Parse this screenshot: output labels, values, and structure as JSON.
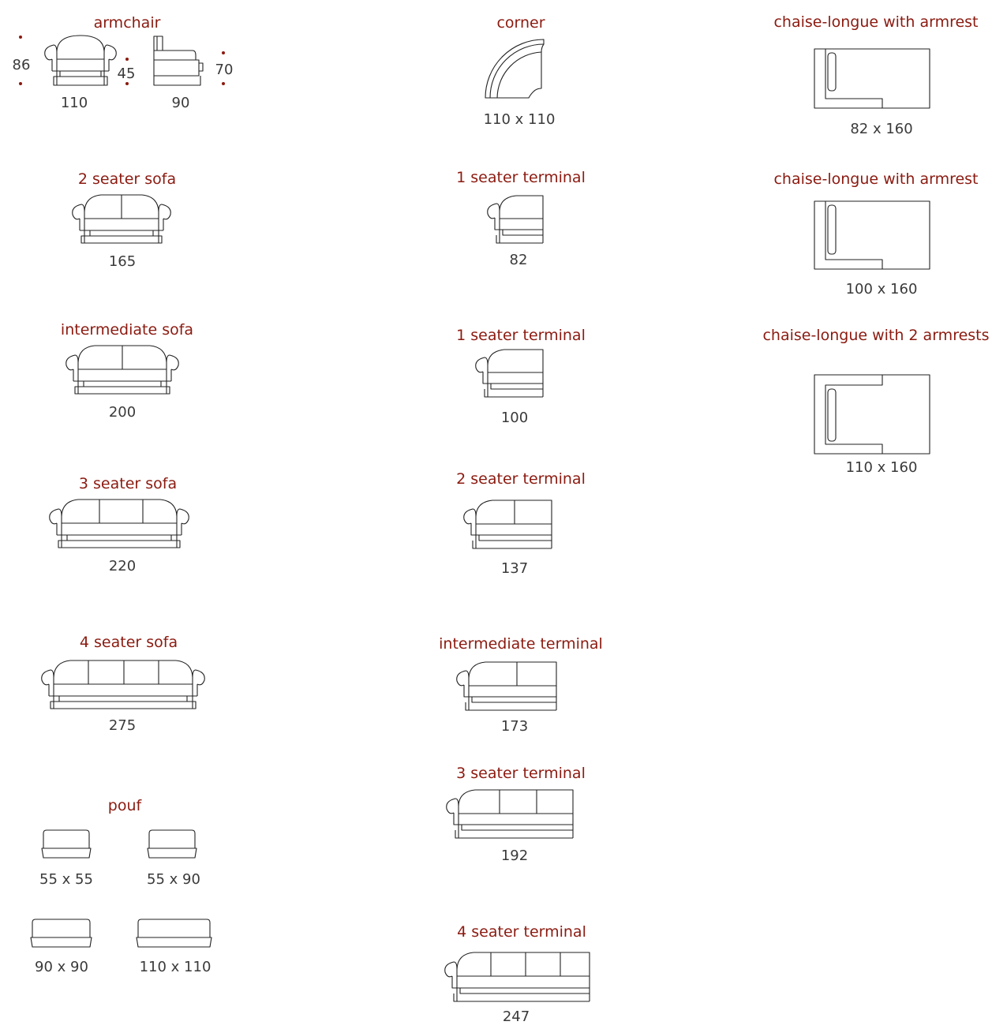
{
  "colors": {
    "title": "#8b1a10",
    "dimension": "#3a3a3a",
    "line": "#222222"
  },
  "armchair": {
    "title": "armchair",
    "height_total": "86",
    "seat_height": "45",
    "arm_height": "70",
    "width": "110",
    "depth": "90"
  },
  "sofas": {
    "two_seater": {
      "title": "2 seater sofa",
      "dim": "165"
    },
    "intermediate": {
      "title": "intermediate sofa",
      "dim": "200"
    },
    "three_seater": {
      "title": "3 seater sofa",
      "dim": "220"
    },
    "four_seater": {
      "title": "4 seater sofa",
      "dim": "275"
    }
  },
  "pouf": {
    "title": "pouf",
    "sizes": [
      "55 x 55",
      "55 x 90",
      "90 x 90",
      "110 x 110"
    ]
  },
  "corner": {
    "title": "corner",
    "dim": "110 x 110"
  },
  "terminals": {
    "one_seater_a": {
      "title": "1 seater terminal",
      "dim": "82"
    },
    "one_seater_b": {
      "title": "1 seater terminal",
      "dim": "100"
    },
    "two_seater": {
      "title": "2 seater terminal",
      "dim": "137"
    },
    "intermediate": {
      "title": "intermediate terminal",
      "dim": "173"
    },
    "three_seater": {
      "title": "3 seater terminal",
      "dim": "192"
    },
    "four_seater": {
      "title": "4 seater terminal",
      "dim": "247"
    }
  },
  "chaise": {
    "a": {
      "title": "chaise-longue with armrest",
      "dim": "82 x 160"
    },
    "b": {
      "title": "chaise-longue with armrest",
      "dim": "100 x 160"
    },
    "c": {
      "title": "chaise-longue with 2 armrests",
      "dim": "110 x 160"
    }
  }
}
